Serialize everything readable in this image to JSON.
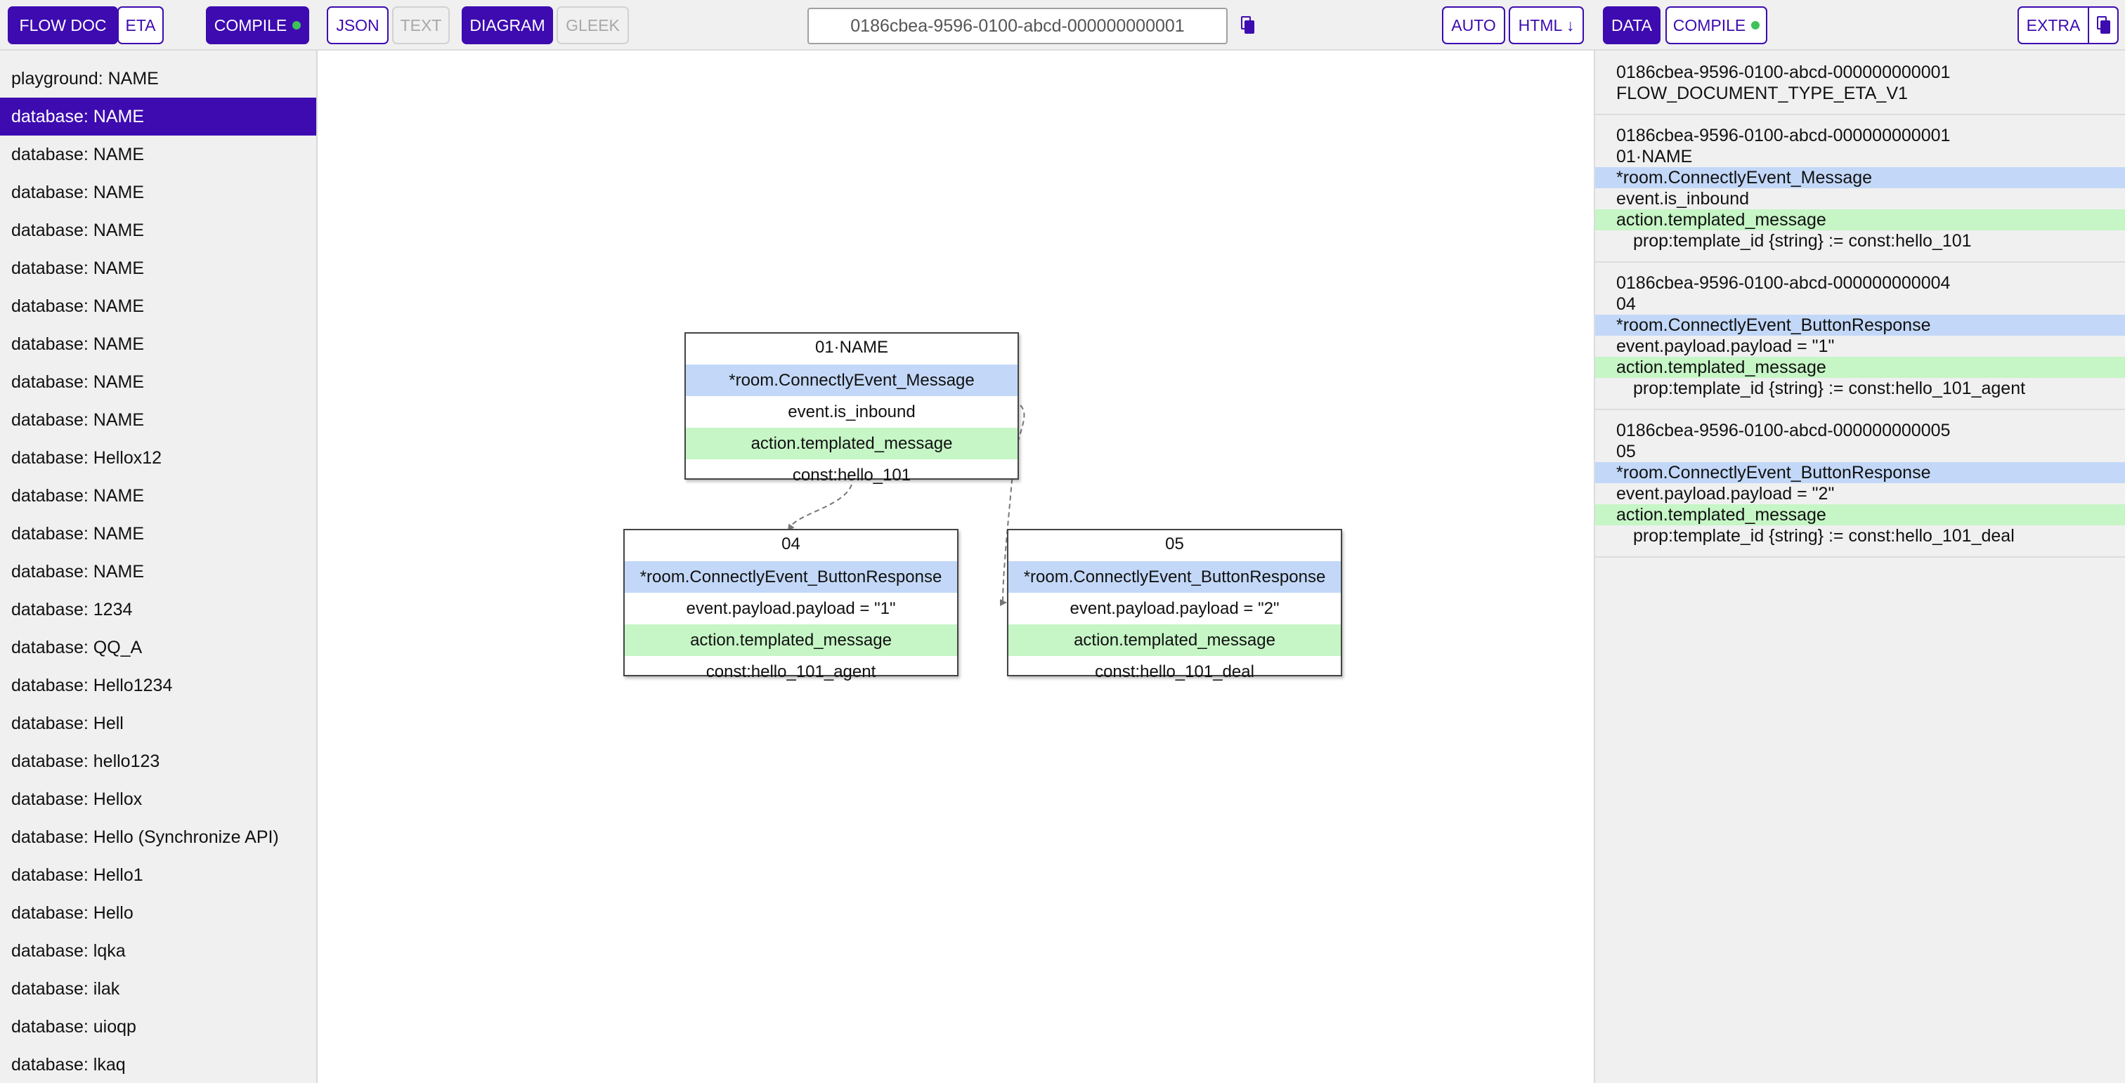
{
  "toolbar": {
    "flow_doc": "FLOW DOC",
    "eta": "ETA",
    "compile_left": "COMPILE",
    "json": "JSON",
    "text": "TEXT",
    "diagram": "DIAGRAM",
    "gleek": "GLEEK",
    "document_id": "0186cbea-9596-0100-abcd-000000000001",
    "auto": "AUTO",
    "html": "HTML ↓",
    "data": "DATA",
    "compile_right": "COMPILE",
    "extra": "EXTRA",
    "status_color": "#3fc15a",
    "accent_color": "#3d0bb0"
  },
  "sidebar": {
    "items": [
      "playground: NAME",
      "database: NAME",
      "database: NAME",
      "database: NAME",
      "database: NAME",
      "database: NAME",
      "database: NAME",
      "database: NAME",
      "database: NAME",
      "database: NAME",
      "database: Hellox12",
      "database: NAME",
      "database: NAME",
      "database: NAME",
      "database: 1234",
      "database: QQ_A",
      "database: Hello1234",
      "database: Hell",
      "database: hello123",
      "database: Hellox",
      "database: Hello (Synchronize API)",
      "database: Hello1",
      "database: Hello",
      "database: lqka",
      "database: ilak",
      "database: uioqp",
      "database: lkaq"
    ],
    "selected_index": 1
  },
  "diagram": {
    "nodes": [
      {
        "title": "01·NAME",
        "trigger": "*room.ConnectlyEvent_Message",
        "condition": "event.is_inbound",
        "action": "action.templated_message",
        "value": "const:hello_101"
      },
      {
        "title": "04",
        "trigger": "*room.ConnectlyEvent_ButtonResponse",
        "condition": "event.payload.payload = \"1\"",
        "action": "action.templated_message",
        "value": "const:hello_101_agent"
      },
      {
        "title": "05",
        "trigger": "*room.ConnectlyEvent_ButtonResponse",
        "condition": "event.payload.payload = \"2\"",
        "action": "action.templated_message",
        "value": "const:hello_101_deal"
      }
    ]
  },
  "data_panel": {
    "header": {
      "id": "0186cbea-9596-0100-abcd-000000000001",
      "type": "FLOW_DOCUMENT_TYPE_ETA_V1"
    },
    "sections": [
      {
        "id": "0186cbea-9596-0100-abcd-000000000001",
        "name": "01·NAME",
        "trigger": "*room.ConnectlyEvent_Message",
        "condition": "event.is_inbound",
        "action": "action.templated_message",
        "prop": "prop:template_id {string} := const:hello_101"
      },
      {
        "id": "0186cbea-9596-0100-abcd-000000000004",
        "name": "04",
        "trigger": "*room.ConnectlyEvent_ButtonResponse",
        "condition": "event.payload.payload = \"1\"",
        "action": "action.templated_message",
        "prop": "prop:template_id {string} := const:hello_101_agent"
      },
      {
        "id": "0186cbea-9596-0100-abcd-000000000005",
        "name": "05",
        "trigger": "*room.ConnectlyEvent_ButtonResponse",
        "condition": "event.payload.payload = \"2\"",
        "action": "action.templated_message",
        "prop": "prop:template_id {string} := const:hello_101_deal"
      }
    ]
  }
}
